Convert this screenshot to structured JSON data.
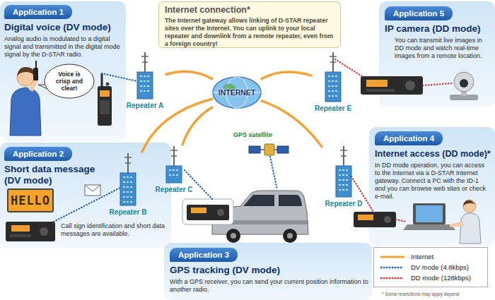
{
  "diagram": {
    "nodes": [
      {
        "text": [
          "Application 1",
          "Digital voice (DV mode)",
          "Analog audio is modulated to a digital signal and transmitted in the digital mode signal by the D-STAR radio."
        ]
      },
      {
        "text": [
          "Voice is crisp and clear!"
        ],
        "in": 0
      },
      {
        "text": [
          "Internet connection*",
          "The Internet gateway allows linking of D-STAR repeater sites over the Internet. You can uplink to your local repeater and downlink from a remote repeater, even from a foreign country!"
        ]
      },
      {
        "text": [
          "Application 5",
          "IP camera (DD mode)",
          "You can transmit live images in DD mode and watch real-time images from a remote location."
        ]
      },
      {
        "text": [
          "Repeater A"
        ]
      },
      {
        "text": [
          "INTERNET"
        ]
      },
      {
        "text": [
          "Repeater E"
        ]
      },
      {
        "text": [
          "Application 2",
          "Short data message (DV mode)",
          "Call sign identification and short data messages are available."
        ]
      },
      {
        "text": [
          "HELLO"
        ],
        "in": 7
      },
      {
        "text": [
          "Repeater B"
        ]
      },
      {
        "text": [
          "Repeater C"
        ]
      },
      {
        "text": [
          "Application 4",
          "Internet access (DD mode)*",
          "In DD mode operation, you can access to the Internet via a D-STAR Internet gateway. Connect a PC with the ID-1 and you can browse web sites or check e-mail."
        ]
      },
      {
        "text": [
          "Repeater D"
        ]
      },
      {
        "text": [
          "Application 3",
          "GPS tracking (DV mode)",
          "With a GPS receiver, you can send your current position information to another radio."
        ]
      }
    ],
    "edges": [
      {
        "from": 4,
        "to": 5,
        "arrow": "none"
      },
      {
        "from": 9,
        "to": 5,
        "arrow": "none"
      },
      {
        "from": 10,
        "to": 5,
        "arrow": "none"
      },
      {
        "from": 6,
        "to": 5,
        "arrow": "none"
      },
      {
        "from": 12,
        "to": 5,
        "arrow": "none"
      }
    ],
    "labels": [
      "GPS satellite",
      "* Some restrictions may apply depend"
    ],
    "legend": [
      {
        "text": "Internet"
      },
      {
        "text": "DV mode (4.8kbps)"
      },
      {
        "text": "DD mode (128kbps)"
      }
    ]
  }
}
